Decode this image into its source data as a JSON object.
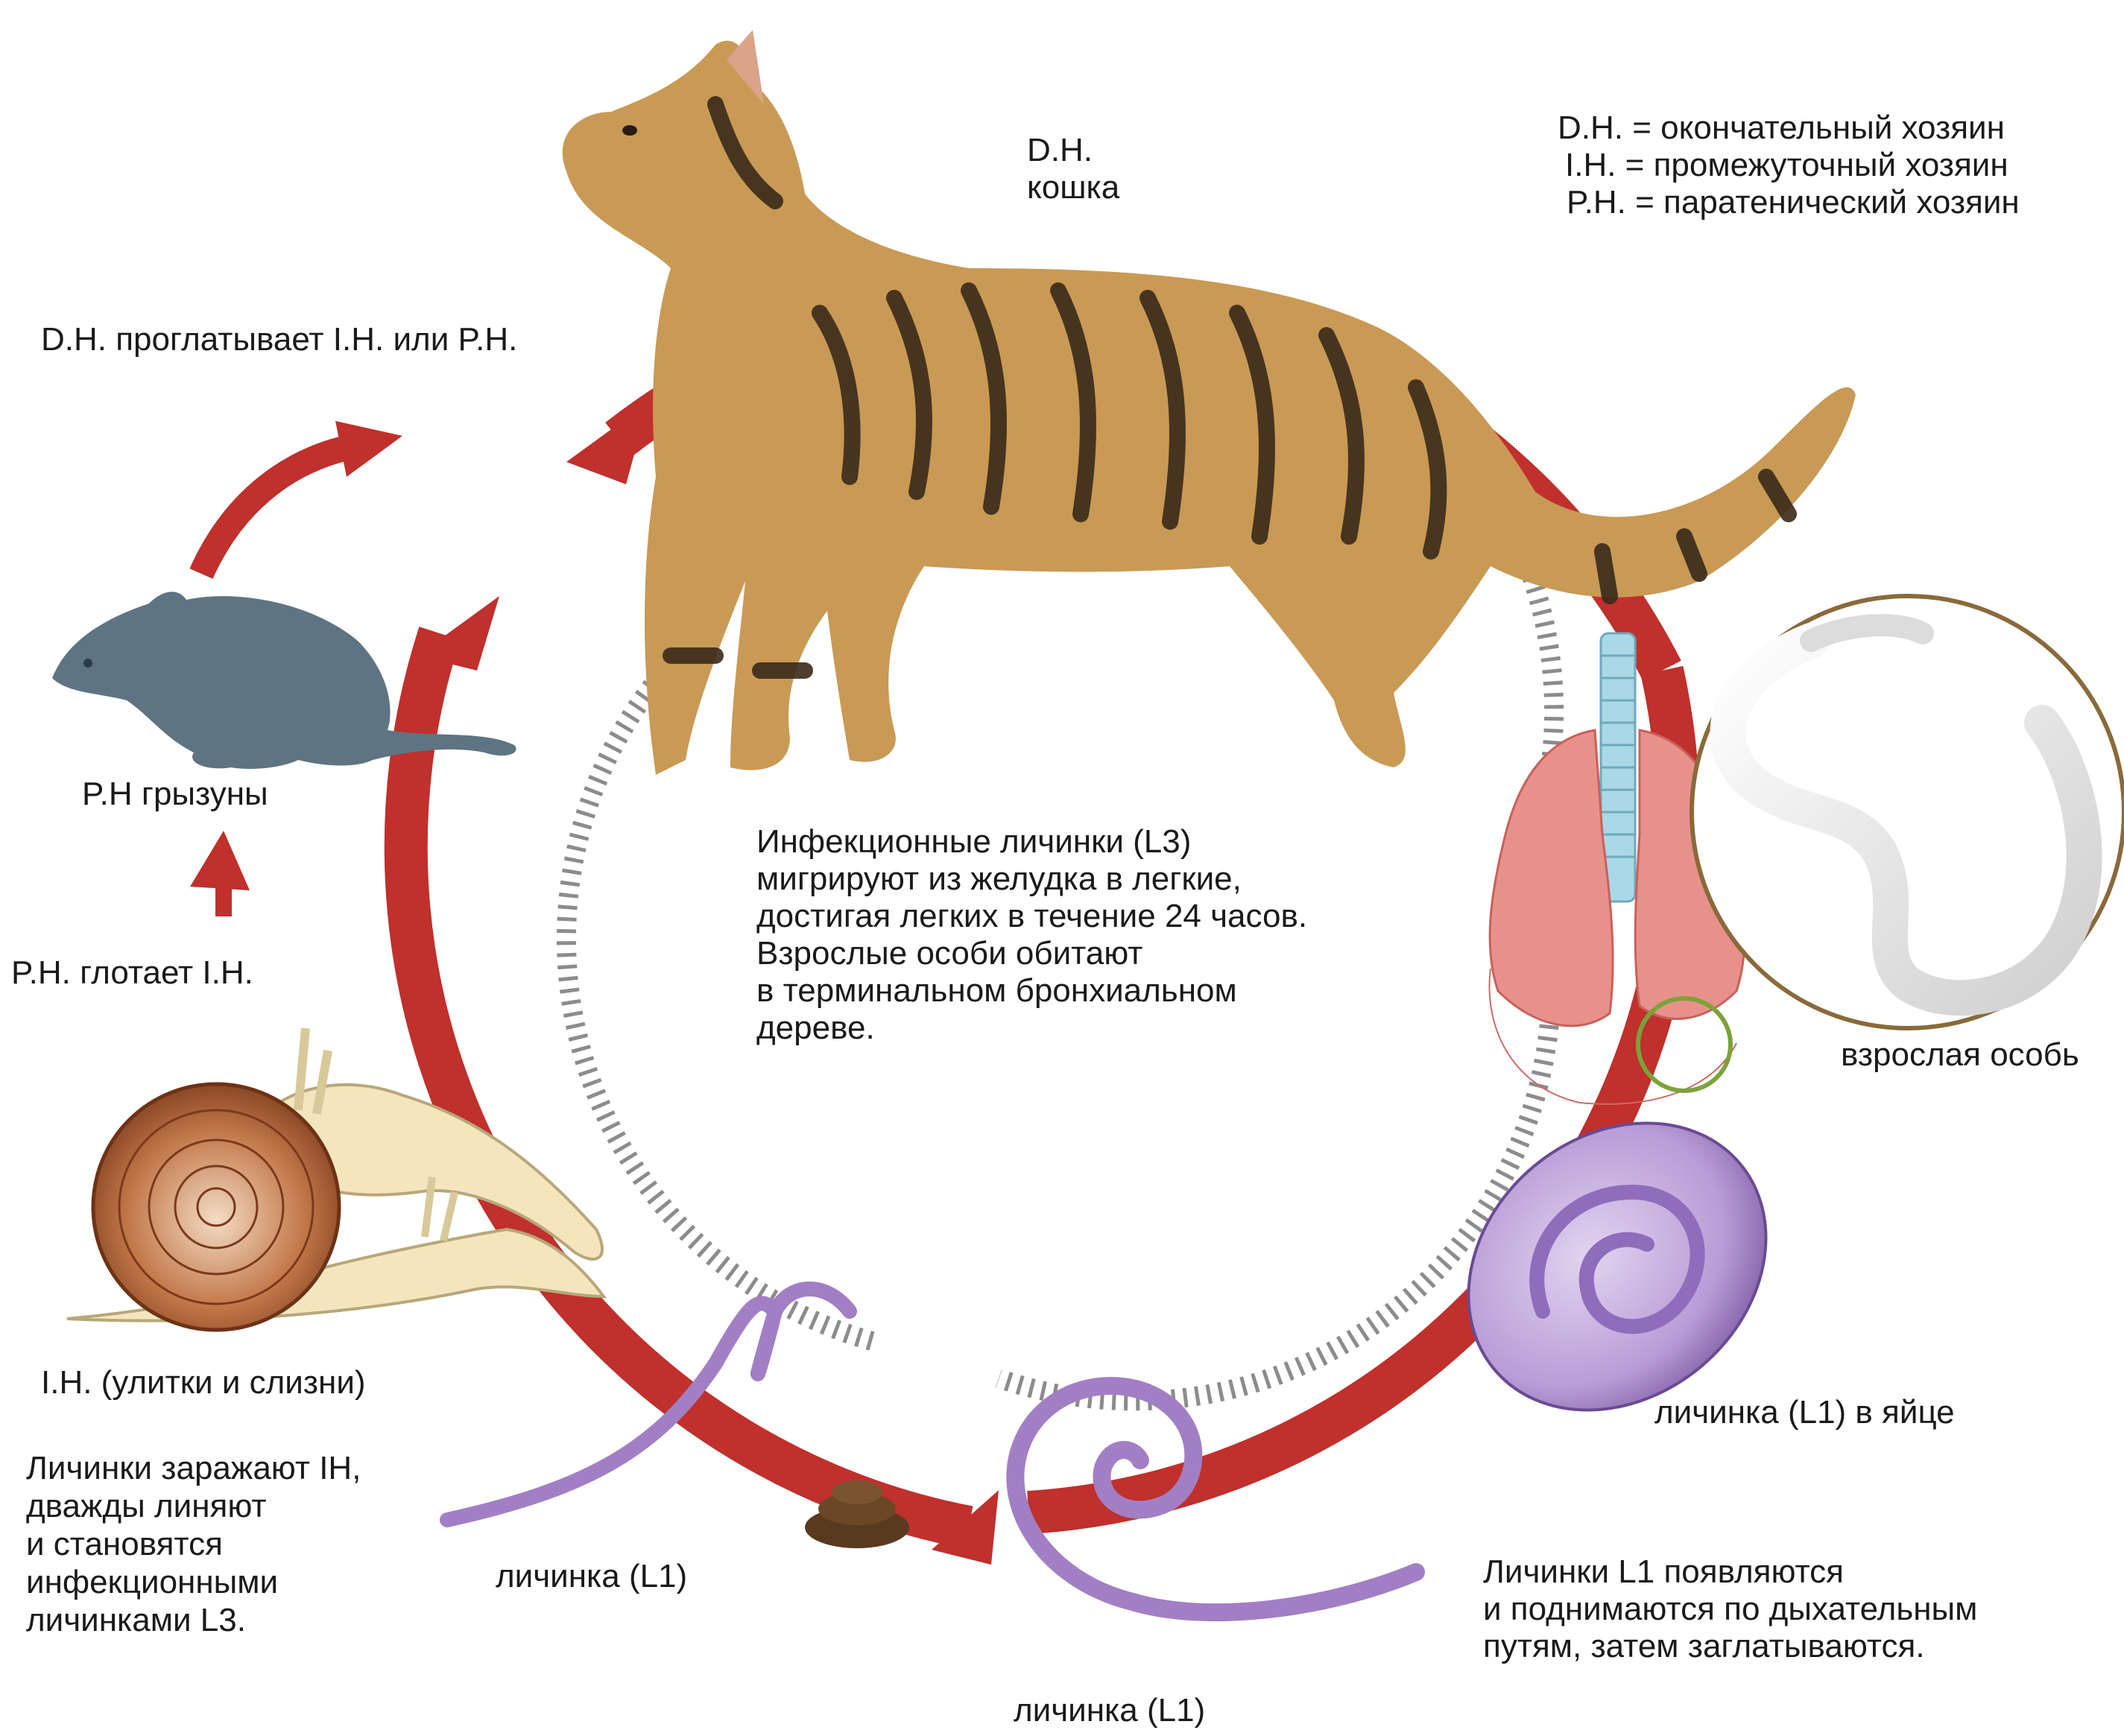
{
  "legend": {
    "dh": "D.H. = окончательный хозяин",
    "ih": "I.H. = промежуточный хозяин",
    "ph": "P.H. = паратенический хозяин"
  },
  "cat": {
    "line1": "D.H.",
    "line2": "кошка"
  },
  "dh_swallows": "D.H. проглатывает  I.H. или P.H.",
  "rodents": "P.H грызуны",
  "ph_swallows": "P.H. глотает I.H.",
  "snails": "I.H. (улитки и слизни)",
  "larvae_infect": "Личинки заражают IH,\nдважды линяют\nи становятся\nинфекционными\nличинками L3.",
  "center_text": "Инфекционные личинки (L3)\nмигрируют из желудка в легкие,\nдостигая легких в течение 24 часов.\nВзрослые особи обитают\nв терминальном бронхиальном\nдереве.",
  "adult": "взрослая особь",
  "larva_egg": "личинка (L1) в яйце",
  "larvae_emerge": "Личинки L1 появляются\nи поднимаются по дыхательным\nпутям, затем заглатываются.",
  "larva_bottom": "личинка (L1)",
  "larva_left": "личинка (L1)",
  "colors": {
    "cycle": "#c0302c",
    "cycle_light": "#d5473f",
    "cat_fur": "#c99a55",
    "cat_stripes": "#3a2a1a",
    "mouse": "#5e7482",
    "worm": "#a27fc4",
    "egg": "#b89cd6",
    "lungs": "#e8918a",
    "trachea": "#a9d8e6",
    "snail_shell": "#a8532b",
    "snail_body": "#f3e6bf",
    "adult_worm": "#e6e6e6",
    "ring_marker": "#7aa33a",
    "feces": "#5a3a1e",
    "dashes": "#8c8c8c"
  }
}
